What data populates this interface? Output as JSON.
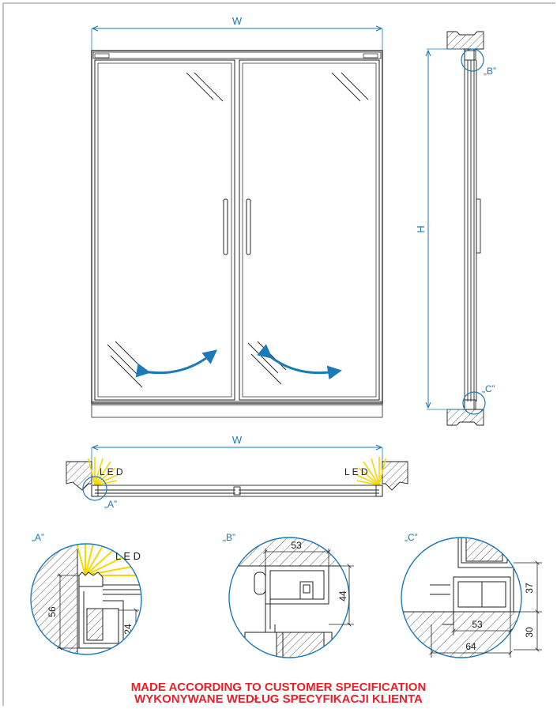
{
  "colors": {
    "line": "#1a1a1a",
    "dimension": "#1a7ab8",
    "arrow": "#1a7ab8",
    "led": "#f5d800",
    "note": "#e8202a"
  },
  "front_view": {
    "width_label": "W",
    "swing_arrows": 2
  },
  "side_view": {
    "height_label": "H",
    "detail_top": "„B”",
    "detail_bottom": "„C”"
  },
  "plan_view": {
    "width_label": "W",
    "led_left": "L E D",
    "led_right": "L E D",
    "detail_ref": "„A”"
  },
  "detail_a": {
    "title": "„A”",
    "led": "L E D",
    "dim_total": "56",
    "dim_inner": "24"
  },
  "detail_b": {
    "title": "„B”",
    "dim_width": "53",
    "dim_height": "44"
  },
  "detail_c": {
    "title": "„C”",
    "dim_profile_width": "53",
    "dim_frame_width": "64",
    "dim_upper": "37",
    "dim_lower": "30"
  },
  "note": {
    "line1": "MADE ACCORDING TO CUSTOMER SPECIFICATION",
    "line2": "WYKONYWANE WEDŁUG SPECYFIKACJI KLIENTA"
  }
}
